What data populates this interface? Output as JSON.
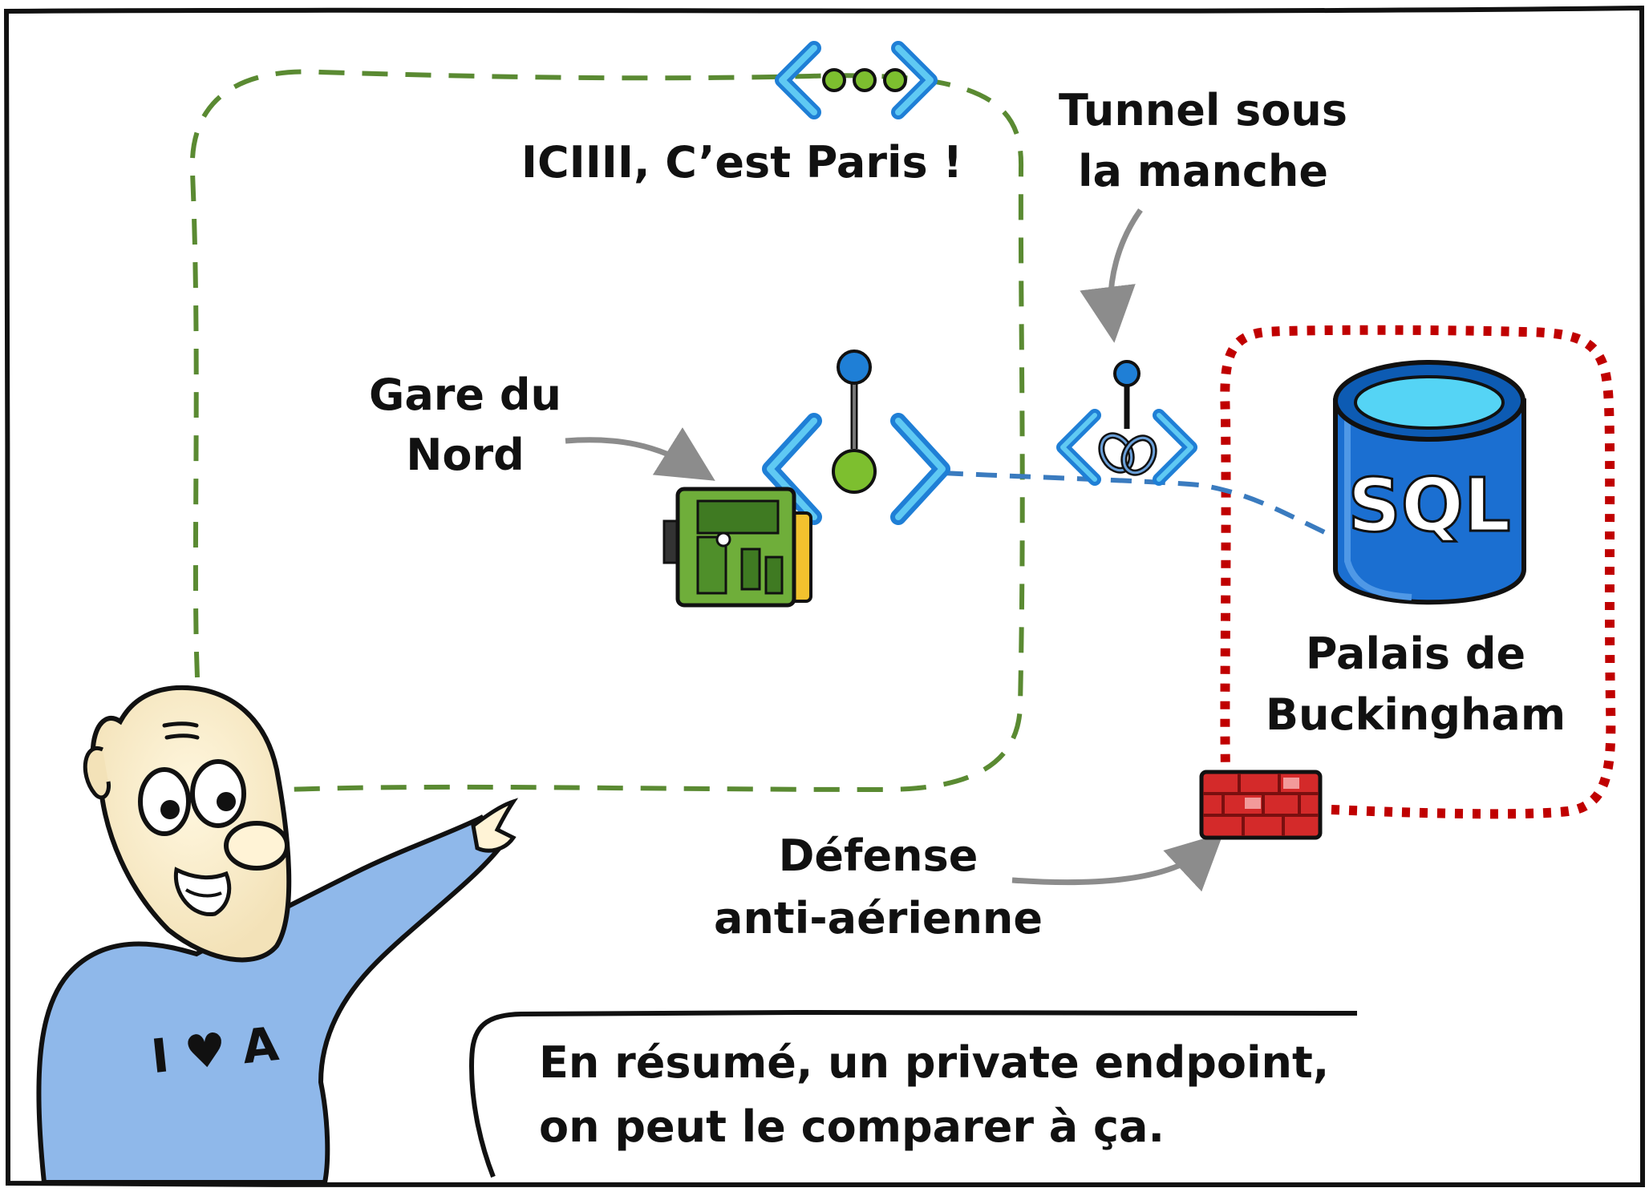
{
  "labels": {
    "vnet_title": "ICIIII, C’est  Paris !",
    "tunnel_line1": "Tunnel sous",
    "tunnel_line2": "la manche",
    "gare_line1": "Gare du",
    "gare_line2": "Nord",
    "palais_line1": "Palais de",
    "palais_line2": "Buckingham",
    "defense_line1": "Défense",
    "defense_line2": "anti-aérienne",
    "sql_badge": "SQL",
    "shirt_text": "I ♥ A"
  },
  "speech_bubble": {
    "line1": "En résumé, un private endpoint,",
    "line2": "on peut le comparer à ça."
  },
  "icons": [
    "vnet-icon",
    "private-endpoint-icon",
    "private-link-icon",
    "network-card-icon",
    "sql-database-icon",
    "firewall-icon",
    "presenter-character"
  ],
  "colors": {
    "vnet_boundary": "#5a8a32",
    "sql_boundary": "#c00000",
    "link_line": "#3a7bbf",
    "arrow": "#8c8c8c",
    "azure_blue": "#1f7fd6",
    "sql_blue": "#1b6fd1",
    "sql_top": "#55d4f5",
    "green_dot": "#7dbf2f",
    "firewall_red": "#d42a2a"
  }
}
